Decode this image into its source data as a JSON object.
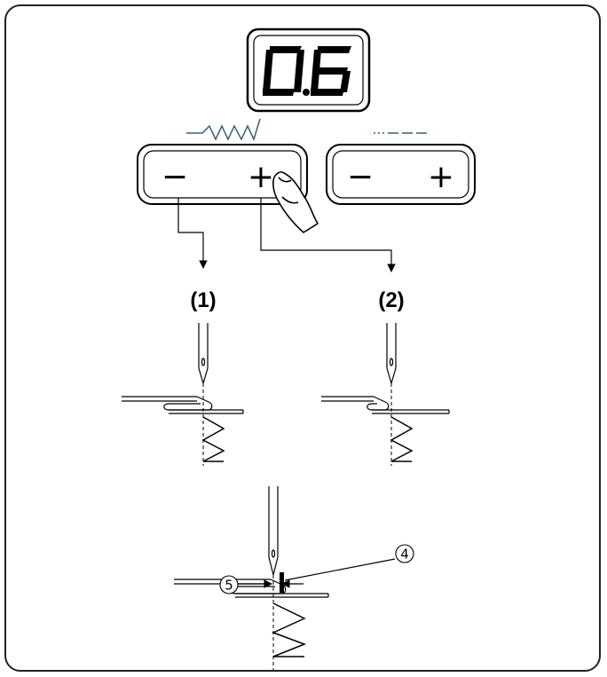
{
  "display": {
    "value": "0.6",
    "digits": [
      "0",
      "6"
    ],
    "decimal_point": "."
  },
  "controls": {
    "zigzag_width": {
      "icon": "zigzag-stitch-icon",
      "minus": "−",
      "plus": "+"
    },
    "stitch_length": {
      "icon": "dashed-stitch-icon",
      "minus": "−",
      "plus": "+"
    }
  },
  "labels": {
    "step1": "(1)",
    "step2": "(2)"
  },
  "callouts": {
    "gap": "5",
    "guide": "4"
  },
  "icons": [
    "finger-press-icon",
    "needle-icon",
    "fabric-fold-icon",
    "blind-hem-stitch-icon"
  ],
  "colors": {
    "ink": "#000000",
    "panel": "#dcdcdc",
    "stitch_icon": "#3b5d78"
  }
}
